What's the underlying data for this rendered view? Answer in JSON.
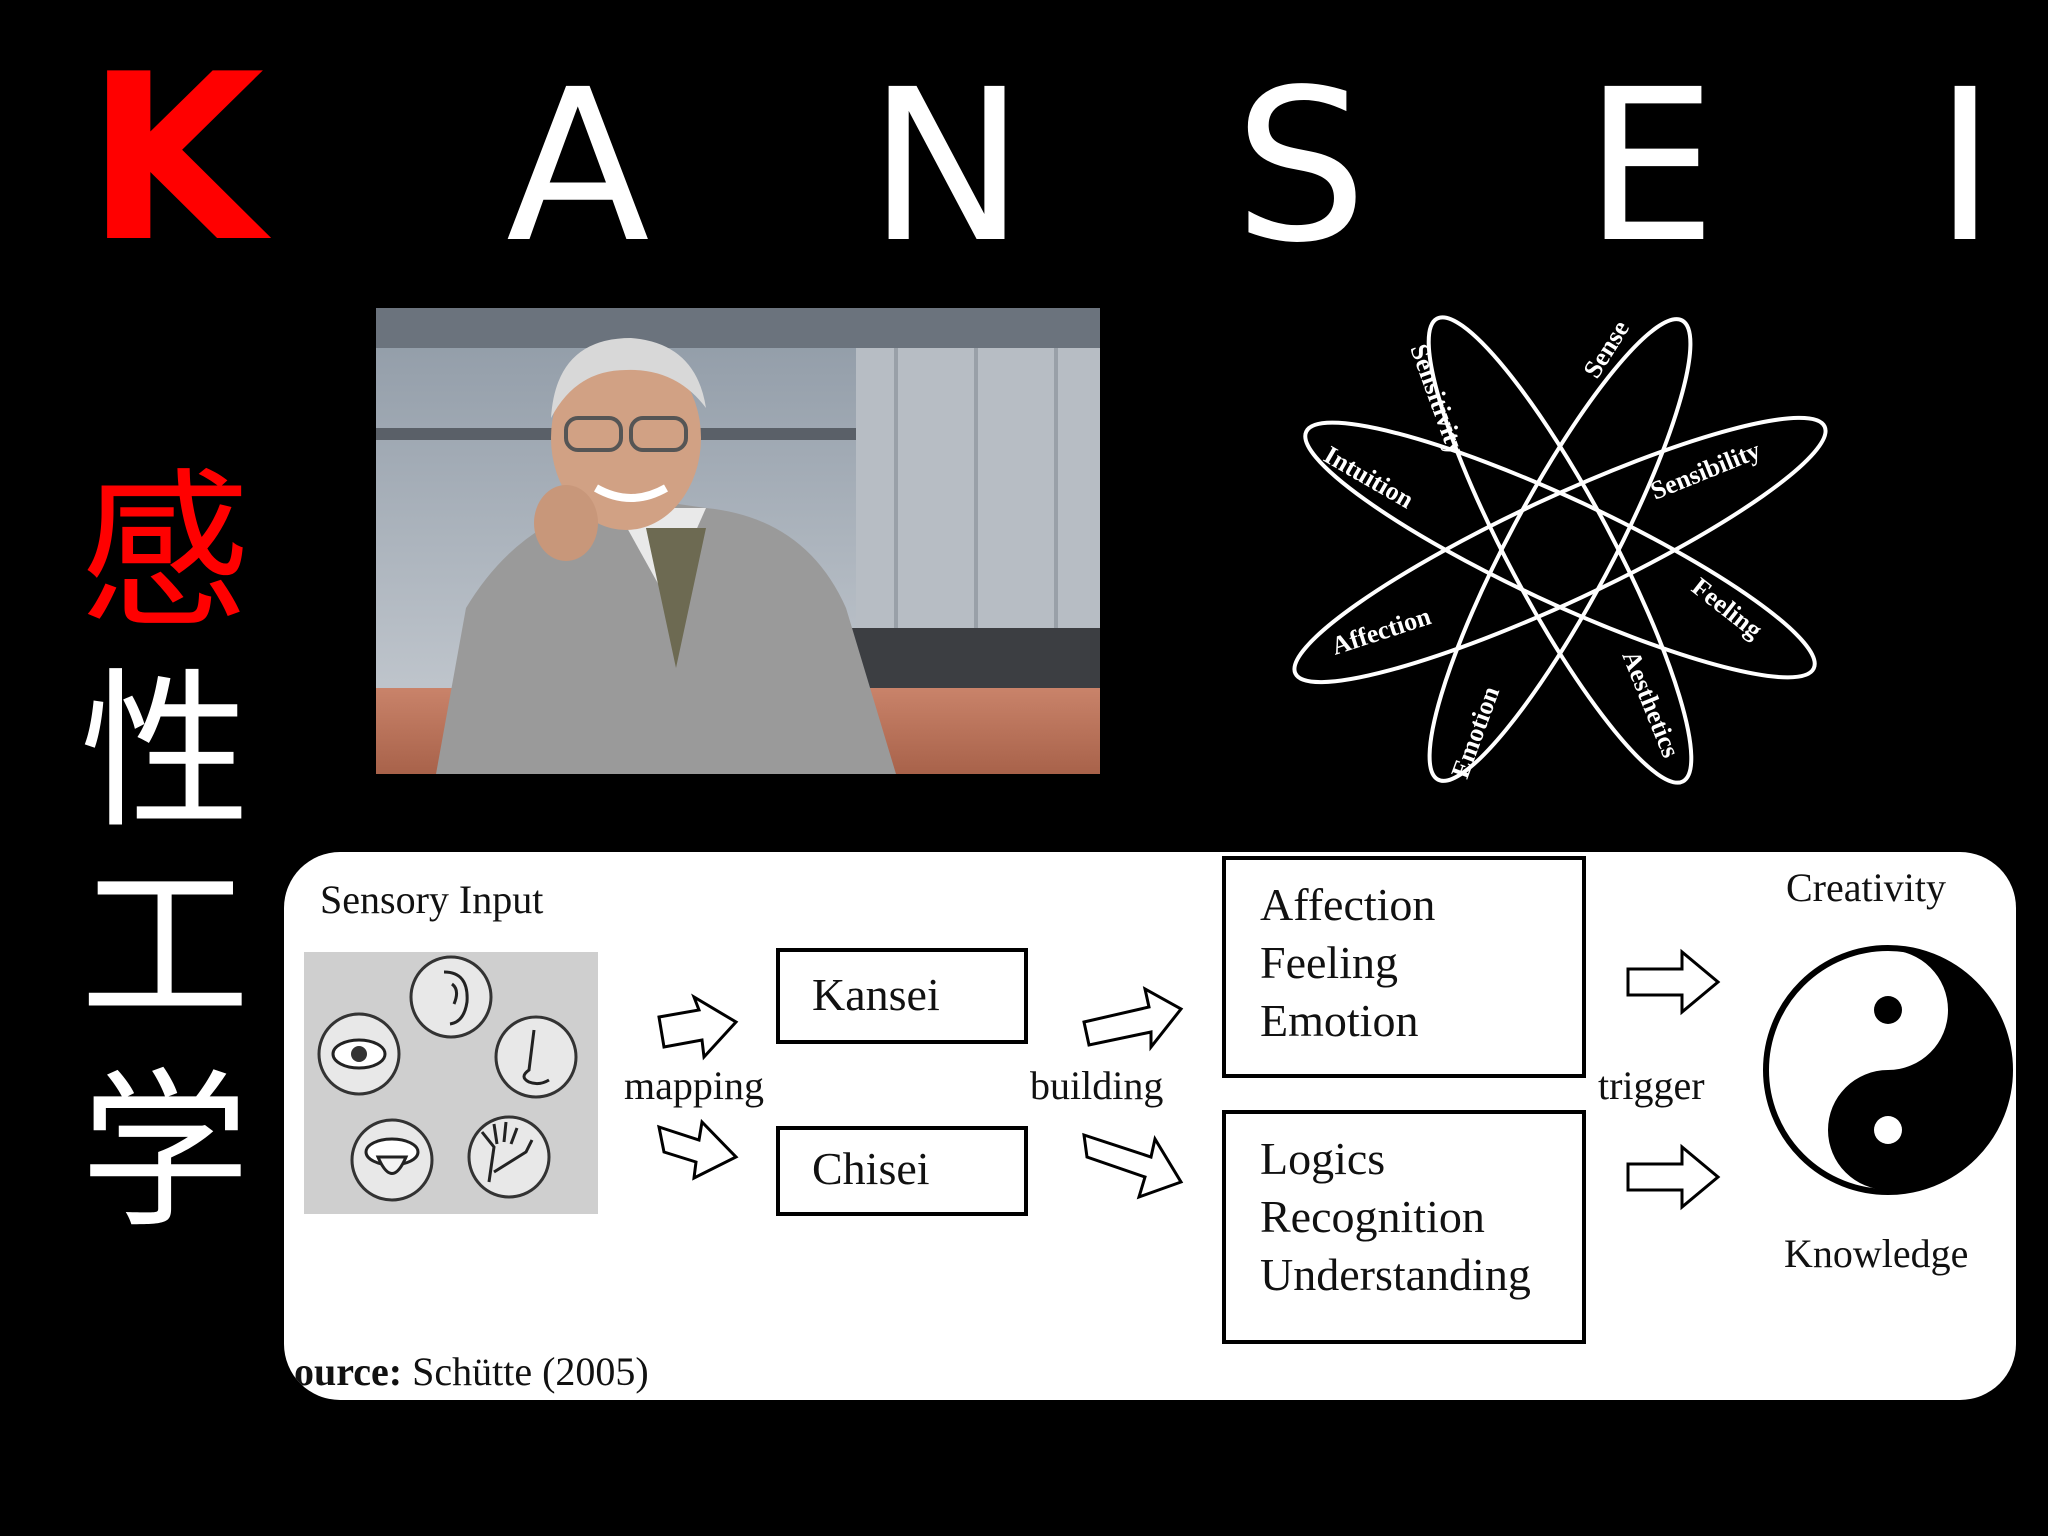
{
  "title": {
    "first_letter": "K",
    "letters": [
      "A",
      "N",
      "S",
      "E",
      "I"
    ]
  },
  "kanji": [
    "感",
    "性",
    "工",
    "学"
  ],
  "colors": {
    "accent": "#ff0000",
    "background": "#000000",
    "text": "#ffffff"
  },
  "flower": {
    "petals": [
      "Sensitivity",
      "Sense",
      "Sensibility",
      "Feeling",
      "Aesthetics",
      "Emotion",
      "Affection",
      "Intuition"
    ]
  },
  "diagram": {
    "sensory_title": "Sensory Input",
    "sense_icons": [
      "eye-icon",
      "ear-icon",
      "nose-icon",
      "tongue-icon",
      "hand-icon"
    ],
    "mapping": "mapping",
    "building": "building",
    "trigger": "trigger",
    "kansei": "Kansei",
    "chisei": "Chisei",
    "affect_lines": [
      "Affection",
      "Feeling",
      "Emotion"
    ],
    "logic_lines": [
      "Logics",
      "Recognition",
      "Understanding"
    ],
    "creativity": "Creativity",
    "knowledge": "Knowledge",
    "source_label": "ource:",
    "source_text": "Schütte (2005)"
  }
}
